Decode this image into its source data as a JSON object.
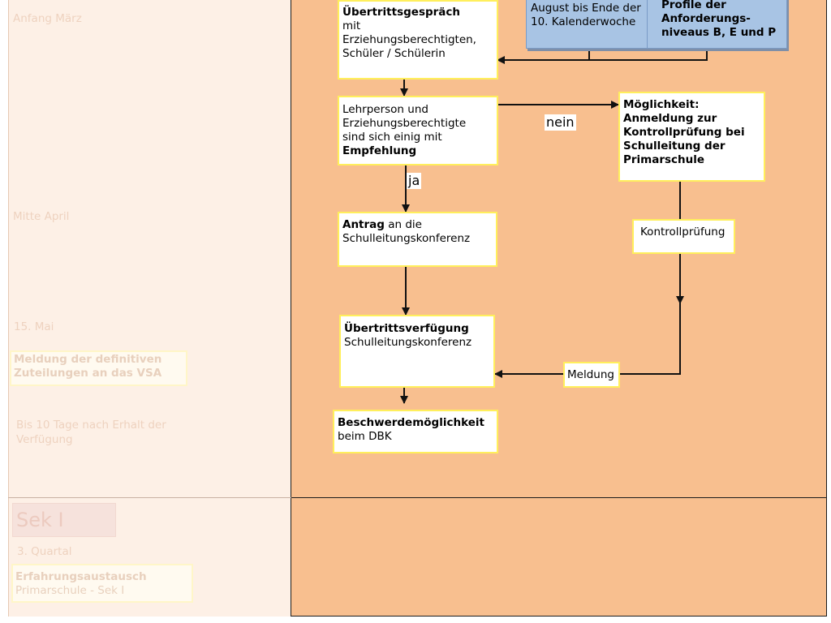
{
  "timeline": {
    "anfang_maerz": "Anfang März",
    "mitte_april": "Mitte April",
    "mai": "15. Mai",
    "meldung_line1": "Meldung der definitiven",
    "meldung_line2": "Zuteilungen an das VSA",
    "bis_line1": "Bis 10 Tage nach Erhalt der",
    "bis_line2": "Verfügung",
    "sek_title": "Sek I",
    "quartal": "3. Quartal",
    "erfahrung_line1": "Erfahrungsaustausch",
    "erfahrung_line2": "Primarschule - Sek I"
  },
  "flow": {
    "gespraech": {
      "bold": "Übertrittsgespräch",
      "line2": "mit",
      "line3": "Erziehungsberechtigten,",
      "line4": "Schüler / Schülerin"
    },
    "blue_left": {
      "line1": "August bis Ende der",
      "line2": "10. Kalenderwoche"
    },
    "blue_right": {
      "line1": "Profile der",
      "line2": "Anforderungs-",
      "line3": "niveaus B, E und P"
    },
    "einig": {
      "line1": "Lehrperson und",
      "line2": "Erziehungsberechtigte",
      "line3": "sind sich einig mit",
      "bold": "Empfehlung"
    },
    "moeglichkeit": {
      "line1": "Möglichkeit:",
      "line2": "Anmeldung zur",
      "line3": "Kontrollprüfung bei",
      "line4": "Schulleitung der",
      "line5": "Primarschule"
    },
    "nein": "nein",
    "ja": "ja",
    "antrag": {
      "bold": "Antrag",
      "rest": " an die",
      "line2": "Schulleitungskonferenz"
    },
    "kontrollpruefung": "Kontrollprüfung",
    "verfuegung": {
      "bold": "Übertrittsverfügung",
      "line2": "Schulleitungskonferenz"
    },
    "meldung": "Meldung",
    "beschwerde": {
      "bold": "Beschwerdemöglichkeit",
      "line2": "beim DBK"
    }
  }
}
